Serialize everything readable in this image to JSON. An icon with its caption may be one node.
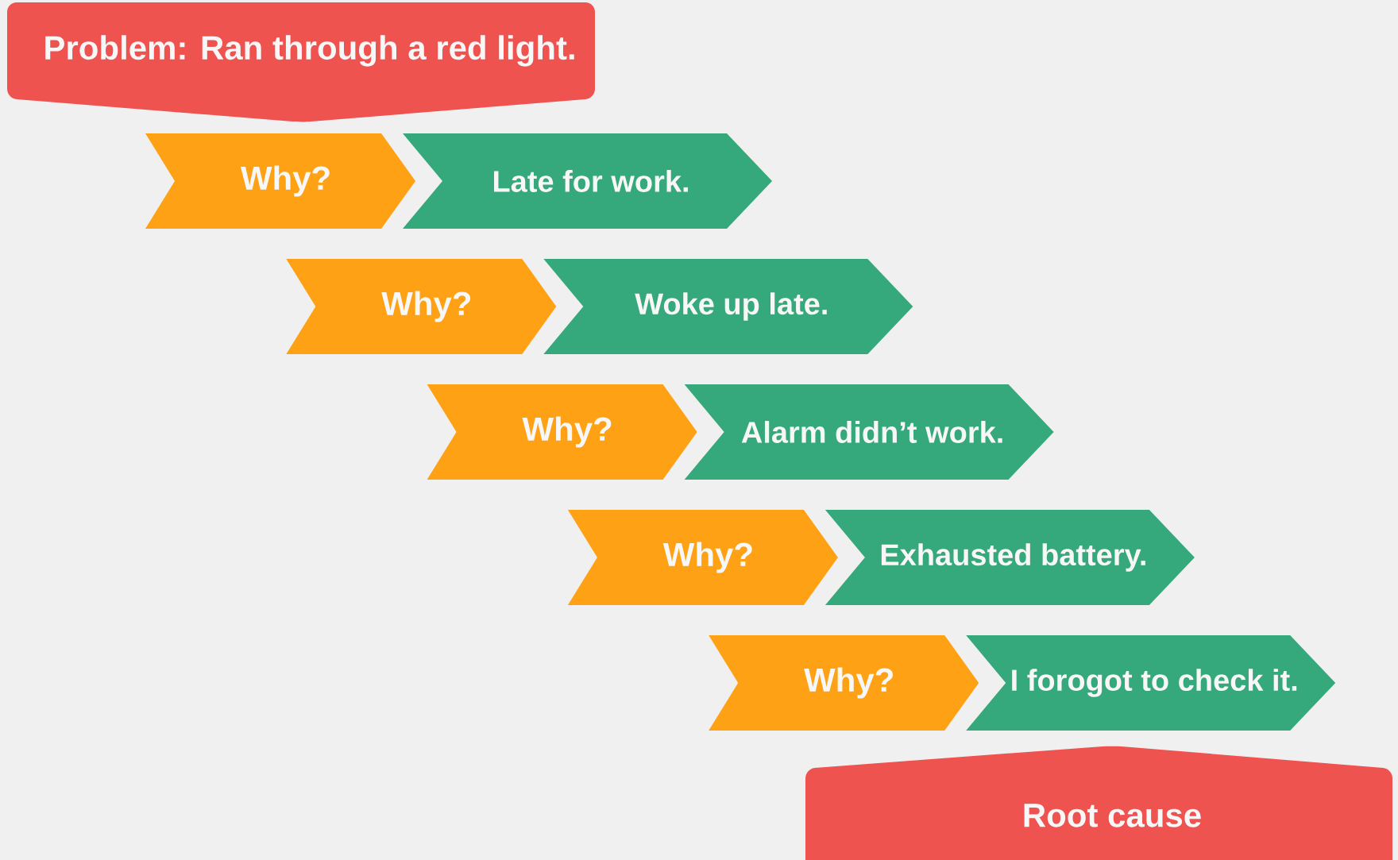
{
  "diagram": {
    "nodes": [
      {
        "text": [
          "Problem: Ran through a red light."
        ]
      },
      {
        "text": [
          "Why?"
        ]
      },
      {
        "text": [
          "Late for work."
        ]
      },
      {
        "text": [
          "Why?"
        ]
      },
      {
        "text": [
          "Woke up late."
        ]
      },
      {
        "text": [
          "Why?"
        ]
      },
      {
        "text": [
          "Alarm didn’t work."
        ]
      },
      {
        "text": [
          "Why?"
        ]
      },
      {
        "text": [
          "Exhausted battery."
        ]
      },
      {
        "text": [
          "Why?"
        ]
      },
      {
        "text": [
          "I forogot to check it."
        ]
      },
      {
        "text": [
          "Root cause"
        ]
      }
    ]
  }
}
